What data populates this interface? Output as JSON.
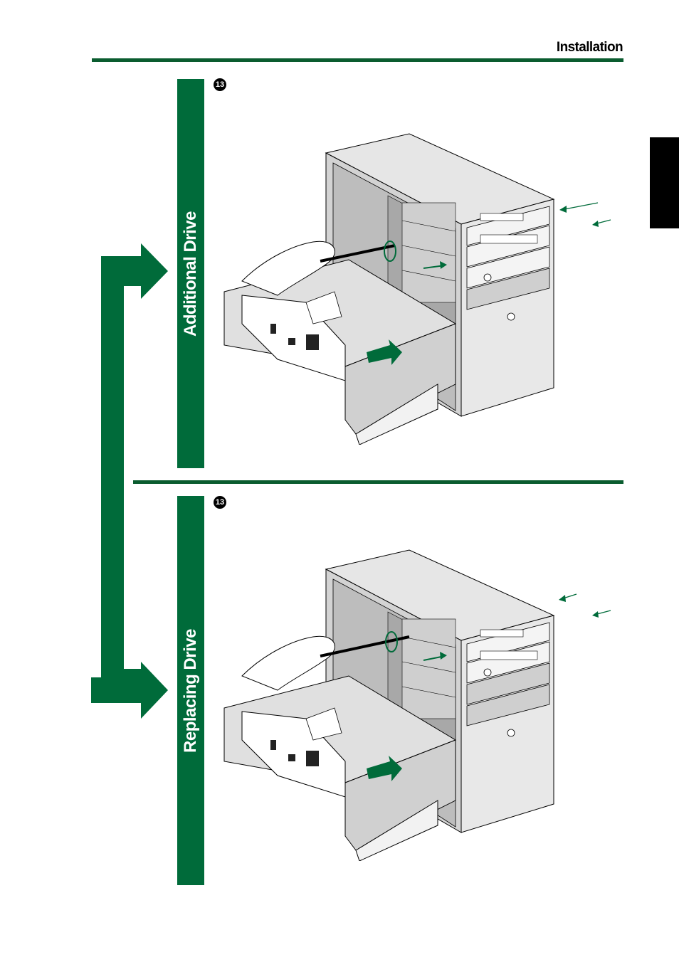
{
  "header": {
    "title": "Installation"
  },
  "sections": [
    {
      "label": "Additional Drive",
      "step": "13"
    },
    {
      "label": "Replacing Drive",
      "step": "13"
    }
  ],
  "colors": {
    "accent_green": "#006b3a",
    "rule_green": "#0a5c2f",
    "tab_black": "#000000"
  },
  "icons": {
    "connector_arrow": "double-headed-bent-arrow",
    "insert_arrow": "green-push-arrow",
    "rotate": "screwdriver-rotation-icon"
  }
}
